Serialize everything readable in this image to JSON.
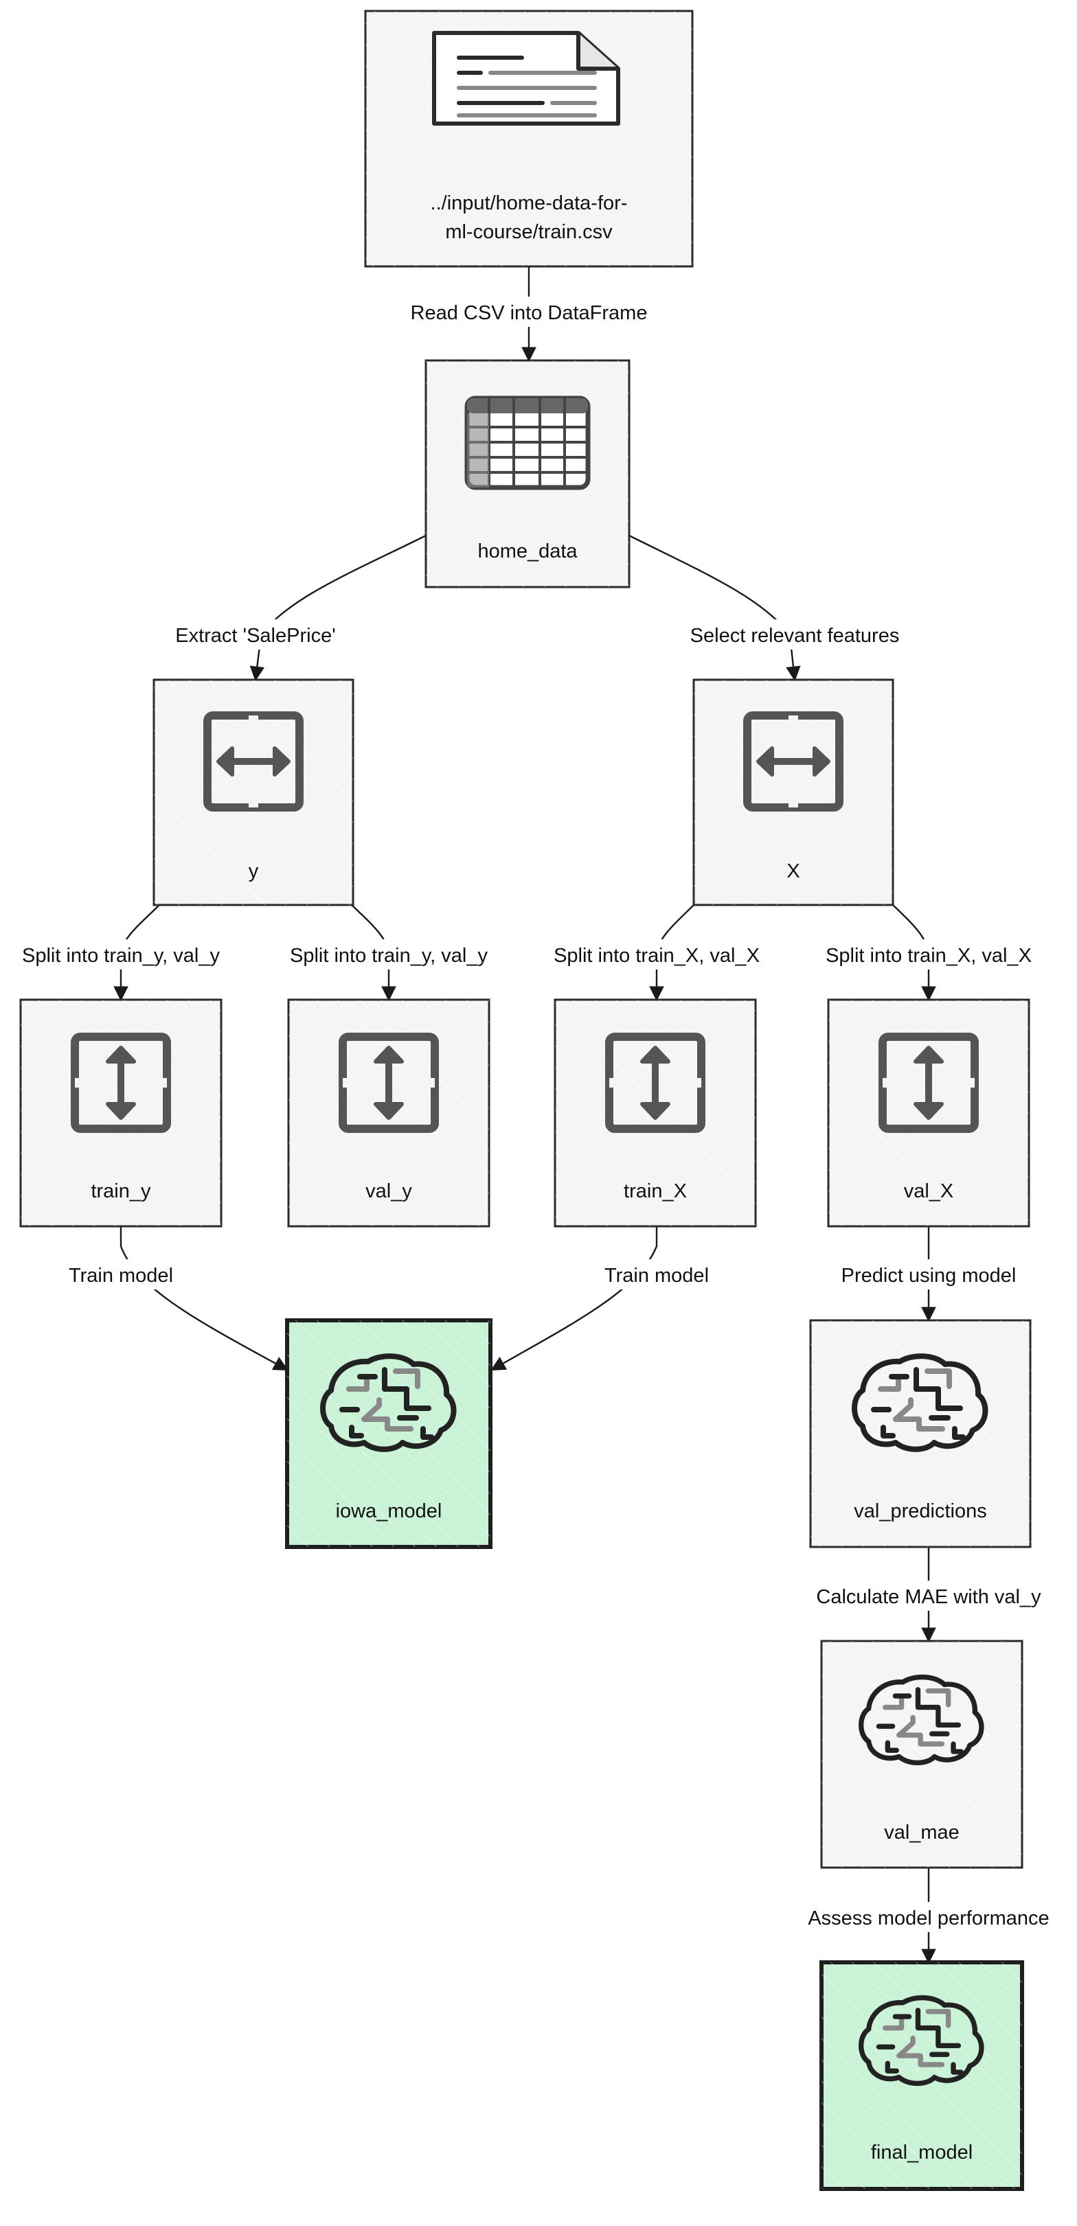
{
  "nodes": {
    "train_csv": {
      "label_line1": "../input/home-data-for-",
      "label_line2": "ml-course/train.csv",
      "icon": "document-icon"
    },
    "home_data": {
      "label": "home_data",
      "icon": "table-icon"
    },
    "y": {
      "label": "y",
      "icon": "split-horizontal-icon"
    },
    "X": {
      "label": "X",
      "icon": "split-horizontal-icon"
    },
    "train_y": {
      "label": "train_y",
      "icon": "split-vertical-icon"
    },
    "val_y": {
      "label": "val_y",
      "icon": "split-vertical-icon"
    },
    "train_X": {
      "label": "train_X",
      "icon": "split-vertical-icon"
    },
    "val_X": {
      "label": "val_X",
      "icon": "split-vertical-icon"
    },
    "iowa_model": {
      "label": "iowa_model",
      "icon": "brain-icon"
    },
    "val_predictions": {
      "label": "val_predictions",
      "icon": "brain-icon"
    },
    "val_mae": {
      "label": "val_mae",
      "icon": "brain-icon"
    },
    "final_model": {
      "label": "final_model",
      "icon": "brain-icon"
    }
  },
  "edges": {
    "read_csv": "Read CSV into DataFrame",
    "extract_saleprice": "Extract 'SalePrice'",
    "select_features": "Select relevant features",
    "split_y_1": "Split into train_y, val_y",
    "split_y_2": "Split into train_y, val_y",
    "split_X_1": "Split into train_X, val_X",
    "split_X_2": "Split into train_X, val_X",
    "train_model_1": "Train model",
    "train_model_2": "Train model",
    "predict": "Predict using model",
    "calc_mae": "Calculate MAE with val_y",
    "assess": "Assess model performance"
  },
  "colors": {
    "node_fill": "#f5f5f5",
    "final_fill": "#c9f2d6",
    "stroke": "#1a1a1a"
  }
}
